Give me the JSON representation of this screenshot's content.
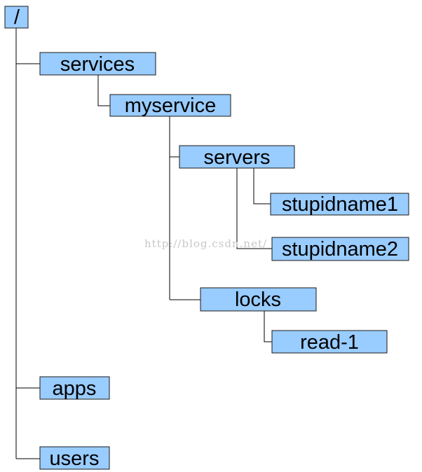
{
  "colors": {
    "node_fill": "#99ccff",
    "node_border": "#1a1a1a",
    "connector": "#000000",
    "watermark": "#c8c8c8"
  },
  "watermark": {
    "text": "http://blog.csdn.net/"
  },
  "tree": {
    "label": "/",
    "children": [
      {
        "label": "services",
        "children": [
          {
            "label": "myservice",
            "children": [
              {
                "label": "servers",
                "children": [
                  {
                    "label": "stupidname1"
                  },
                  {
                    "label": "stupidname2"
                  }
                ]
              },
              {
                "label": "locks",
                "children": [
                  {
                    "label": "read-1"
                  }
                ]
              }
            ]
          }
        ]
      },
      {
        "label": "apps"
      },
      {
        "label": "users"
      }
    ]
  }
}
